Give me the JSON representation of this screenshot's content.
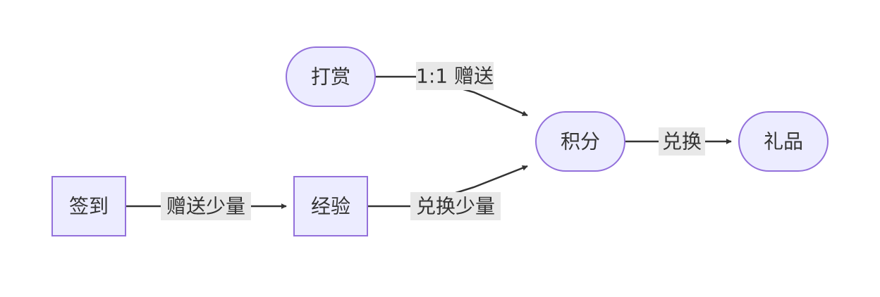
{
  "diagram": {
    "nodes": [
      {
        "id": "dashang",
        "label": "打赏",
        "shape": "stadium"
      },
      {
        "id": "jifen",
        "label": "积分",
        "shape": "stadium"
      },
      {
        "id": "lipin",
        "label": "礼品",
        "shape": "stadium"
      },
      {
        "id": "qiandao",
        "label": "签到",
        "shape": "rect"
      },
      {
        "id": "jingyan",
        "label": "经验",
        "shape": "rect"
      }
    ],
    "edges": [
      {
        "id": "e1",
        "from": "dashang",
        "to": "jifen",
        "label": "1:1 赠送"
      },
      {
        "id": "e2",
        "from": "jifen",
        "to": "lipin",
        "label": "兑换"
      },
      {
        "id": "e3",
        "from": "qiandao",
        "to": "jingyan",
        "label": "赠送少量"
      },
      {
        "id": "e4",
        "from": "jingyan",
        "to": "jifen",
        "label": "兑换少量"
      }
    ],
    "colors": {
      "node_fill": "#ececff",
      "node_stroke": "#9370db",
      "edge": "#333333",
      "edge_label_bg": "#e8e8e8",
      "text": "#333333"
    }
  }
}
